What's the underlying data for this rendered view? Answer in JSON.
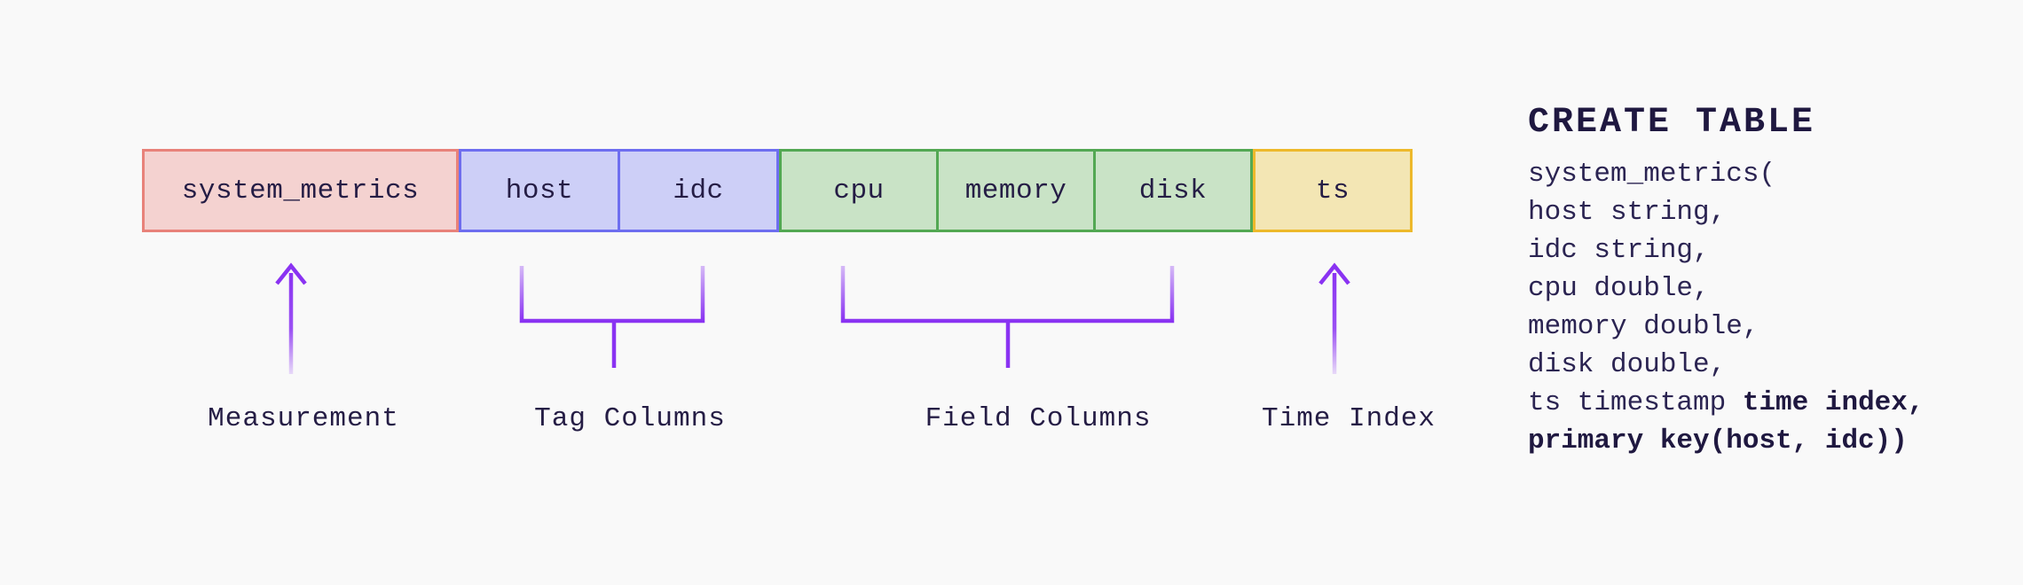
{
  "diagram": {
    "measurement": {
      "label": "system_metrics"
    },
    "tag_columns": [
      {
        "label": "host"
      },
      {
        "label": "idc"
      }
    ],
    "field_columns": [
      {
        "label": "cpu"
      },
      {
        "label": "memory"
      },
      {
        "label": "disk"
      }
    ],
    "time_index": {
      "label": "ts"
    },
    "annotations": {
      "measurement": "Measurement",
      "tag": "Tag Columns",
      "field": "Field Columns",
      "time": "Time Index"
    }
  },
  "sql": {
    "heading": "CREATE TABLE",
    "lines": [
      [
        {
          "t": "system_metrics(",
          "b": false
        }
      ],
      [
        {
          "t": "host string,",
          "b": false
        }
      ],
      [
        {
          "t": "idc string,",
          "b": false
        }
      ],
      [
        {
          "t": "cpu double,",
          "b": false
        }
      ],
      [
        {
          "t": "memory double,",
          "b": false
        }
      ],
      [
        {
          "t": "disk double,",
          "b": false
        }
      ],
      [
        {
          "t": "ts timestamp ",
          "b": false
        },
        {
          "t": "time index,",
          "b": true
        }
      ],
      [
        {
          "t": "primary key(host, idc))",
          "b": true
        }
      ]
    ]
  },
  "colors": {
    "background": "#f9f9f9",
    "ink": "#251d45",
    "measurement_fill": "#f4d2d0",
    "measurement_border": "#e8827a",
    "tag_fill": "#cdcff7",
    "tag_border": "#6e6ef0",
    "field_fill": "#c9e3c6",
    "field_border": "#53a853",
    "time_fill": "#f3e6b4",
    "time_border": "#edb92b",
    "connector_purple": "#8a33f2"
  }
}
